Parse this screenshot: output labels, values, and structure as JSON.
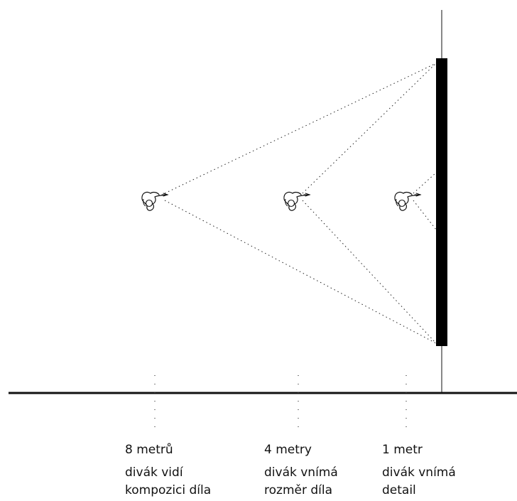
{
  "viewers": [
    {
      "distance": "8 metrů",
      "description_line1": "divák vidí",
      "description_line2": "kompozici díla"
    },
    {
      "distance": "4 metry",
      "description_line1": "divák vnímá",
      "description_line2": "rozměr díla"
    },
    {
      "distance": "1 metr",
      "description_line1": "divák vnímá",
      "description_line2": "detail"
    }
  ],
  "colors": {
    "line": "#111111",
    "painting": "#000000",
    "background": "#ffffff"
  }
}
